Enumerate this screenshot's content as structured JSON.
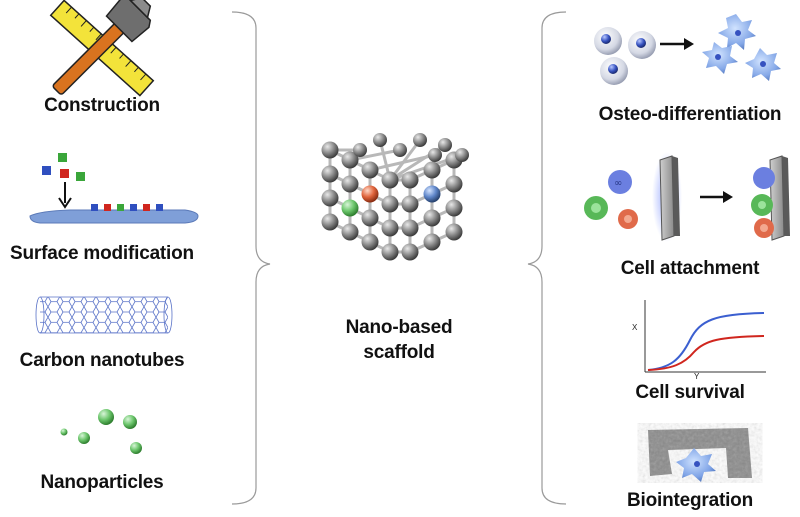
{
  "left": {
    "items": [
      {
        "label": "Construction",
        "icon": "hammer-ruler-icon"
      },
      {
        "label": "Surface modification",
        "icon": "surface-modification-icon"
      },
      {
        "label": "Carbon  nanotubes",
        "icon": "carbon-nanotube-icon"
      },
      {
        "label": "Nanoparticles",
        "icon": "nanoparticles-icon"
      }
    ]
  },
  "center": {
    "label_line1": "Nano-based",
    "label_line2": "scaffold",
    "icon": "lattice-scaffold-icon"
  },
  "right": {
    "items": [
      {
        "label": "Osteo-differentiation",
        "icon": "osteo-differentiation-icon"
      },
      {
        "label": "Cell attachment",
        "icon": "cell-attachment-icon"
      },
      {
        "label": "Cell survival",
        "icon": "survival-curve-icon",
        "axis_x": "Y",
        "axis_y": "X"
      },
      {
        "label": "Biointegration",
        "icon": "biointegration-icon"
      }
    ]
  },
  "colors": {
    "green": "#5fbf5f",
    "red": "#e03a2a",
    "blue": "#2f4fbf",
    "gray": "#777777",
    "curve_blue": "#3b5fd0",
    "curve_red": "#d0261e"
  }
}
